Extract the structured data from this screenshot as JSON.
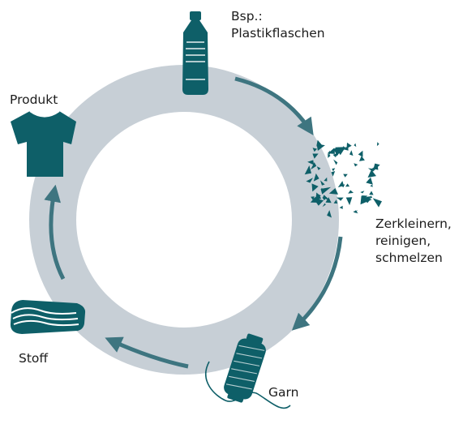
{
  "steps": {
    "bottle": {
      "line1": "Bsp.:",
      "line2": "Plastikflaschen",
      "icon": "plastic-bottle-icon"
    },
    "shred": {
      "line1": "Zerkleinern,",
      "line2": "reinigen,",
      "line3": "schmelzen",
      "icon": "shredded-plastic-icon"
    },
    "yarn": {
      "label": "Garn",
      "icon": "yarn-spool-icon"
    },
    "fabric": {
      "label": "Stoff",
      "icon": "folded-fabric-icon"
    },
    "product": {
      "label": "Produkt",
      "icon": "tshirt-icon"
    }
  },
  "colors": {
    "ring": "#c7cfd6",
    "icon": "#0e5f68",
    "arrow": "#3e7580",
    "text": "#1c1c1c"
  }
}
